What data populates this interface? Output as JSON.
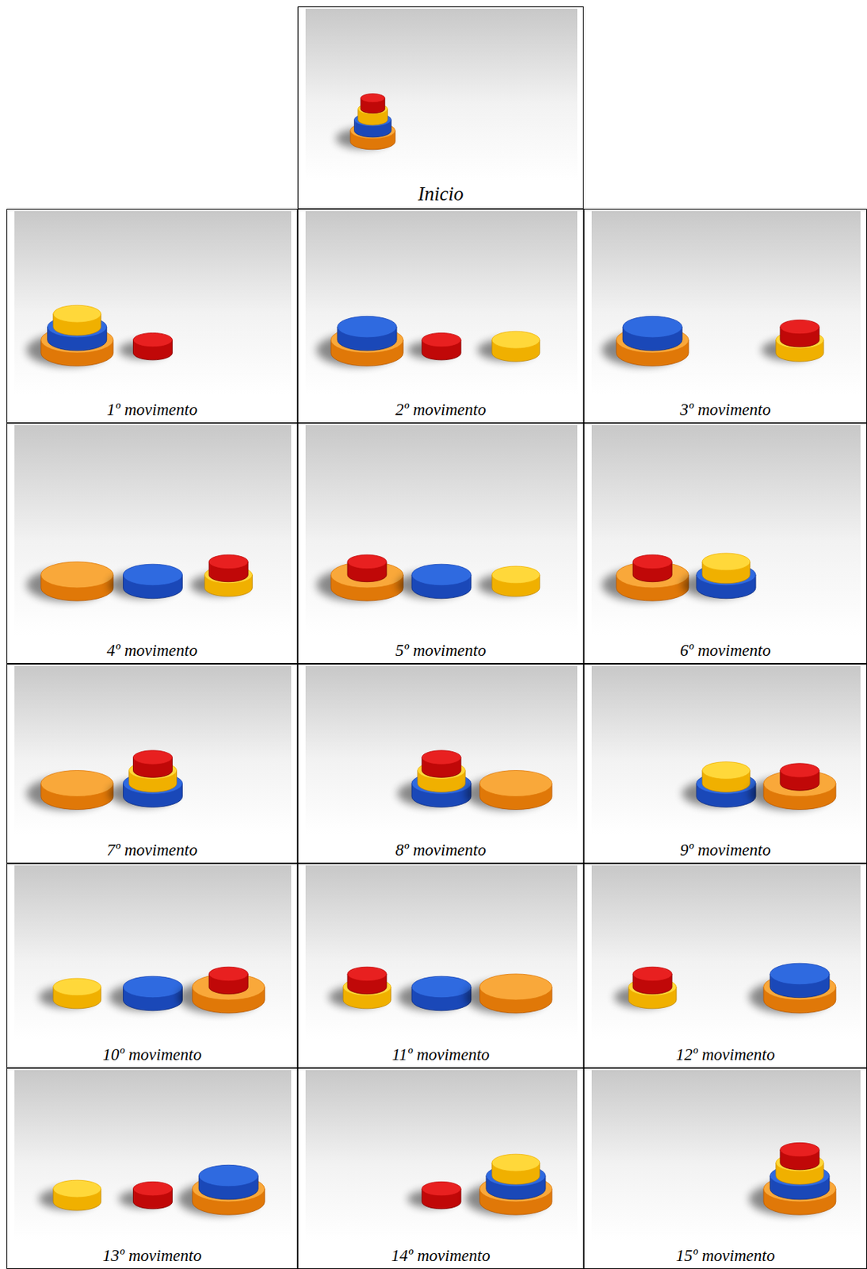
{
  "diagram": {
    "nodes": [
      {
        "text": [
          "Inicio"
        ]
      },
      {
        "text": [
          "1º movimento"
        ]
      },
      {
        "text": [
          "2º movimento"
        ]
      },
      {
        "text": [
          "3º movimento"
        ]
      },
      {
        "text": [
          "4º movimento"
        ]
      },
      {
        "text": [
          "5º movimento"
        ]
      },
      {
        "text": [
          "6º movimento"
        ]
      },
      {
        "text": [
          "7º movimento"
        ]
      },
      {
        "text": [
          "8º movimento"
        ]
      },
      {
        "text": [
          "9º movimento"
        ]
      },
      {
        "text": [
          "10º movimento"
        ]
      },
      {
        "text": [
          "11º movimento"
        ]
      },
      {
        "text": [
          "12º movimento"
        ]
      },
      {
        "text": [
          "13º movimento"
        ]
      },
      {
        "text": [
          "14º movimento"
        ]
      },
      {
        "text": [
          "15º movimento"
        ]
      }
    ]
  }
}
